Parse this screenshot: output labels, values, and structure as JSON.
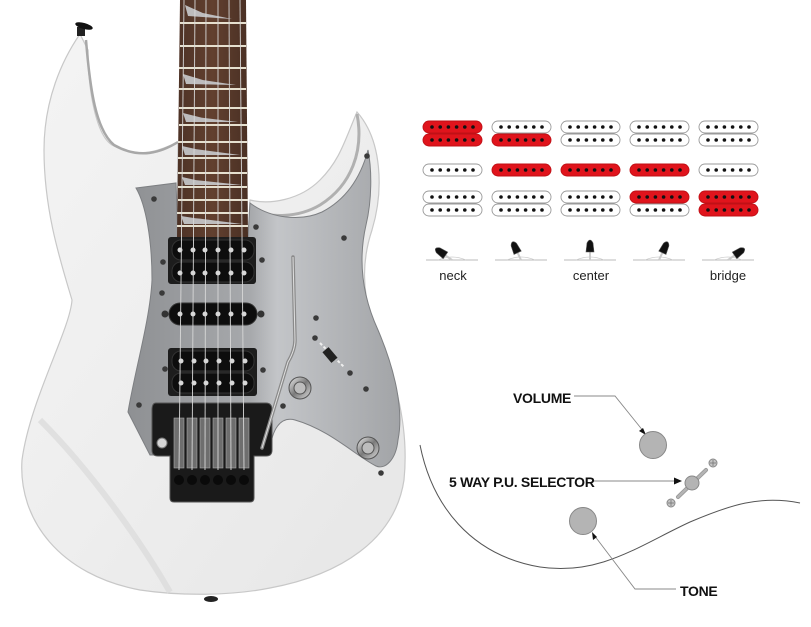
{
  "figure": {
    "subject": "electric guitar with HSH pickup configuration and 5-way pickup selector",
    "colors": {
      "active_pickup": "#e0141c",
      "inactive_pickup": "#ffffff",
      "pole_piece": "#111111",
      "knob_fill": "#b4b4b4",
      "body": "#f2f2f2",
      "pickguard": "#9a9c9f",
      "fretboard": "#5a3a2c"
    }
  },
  "selector_chart": {
    "rows": [
      "neck-humbucker",
      "middle-single-coil",
      "bridge-humbucker"
    ],
    "positions": [
      {
        "id": "pos1",
        "label": "neck",
        "neck": [
          "on",
          "on"
        ],
        "middle": "off",
        "bridge": [
          "off",
          "off"
        ],
        "lever": "neck"
      },
      {
        "id": "pos2",
        "label": "",
        "neck": [
          "off",
          "on"
        ],
        "middle": "on",
        "bridge": [
          "off",
          "off"
        ],
        "lever": "neck-center"
      },
      {
        "id": "pos3",
        "label": "center",
        "neck": [
          "off",
          "off"
        ],
        "middle": "on",
        "bridge": [
          "off",
          "off"
        ],
        "lever": "center"
      },
      {
        "id": "pos4",
        "label": "",
        "neck": [
          "off",
          "off"
        ],
        "middle": "on",
        "bridge": [
          "on",
          "off"
        ],
        "lever": "center-bridge"
      },
      {
        "id": "pos5",
        "label": "bridge",
        "neck": [
          "off",
          "off"
        ],
        "middle": "off",
        "bridge": [
          "on",
          "on"
        ],
        "lever": "bridge"
      }
    ]
  },
  "controls_diagram": {
    "volume_label": "VOLUME",
    "selector_label": "5 WAY P.U. SELECTOR",
    "tone_label": "TONE"
  }
}
